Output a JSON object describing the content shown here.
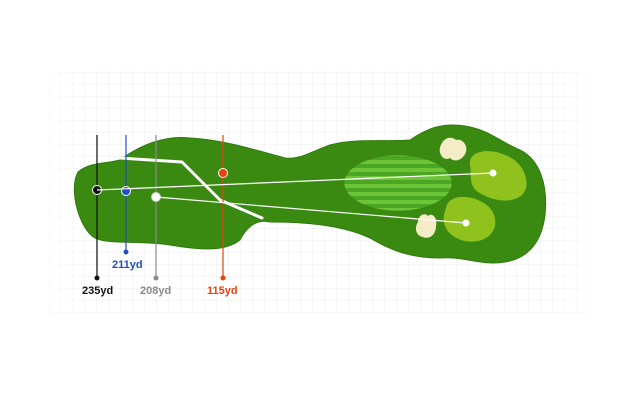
{
  "markers": [
    {
      "id": "black",
      "label": "235yd",
      "color": "#111111"
    },
    {
      "id": "blue",
      "label": "211yd",
      "color": "#1f4fc2"
    },
    {
      "id": "gray",
      "label": "208yd",
      "color": "#8a8a8a"
    },
    {
      "id": "red",
      "label": "115yd",
      "color": "#e8420f"
    }
  ],
  "colors": {
    "fairway": "#3a8a12",
    "fairway_edge": "#2f7a0c",
    "green": "#8fc21c",
    "bunker": "#f3ecc6",
    "stripe_light": "#6cc436",
    "stripe_dark": "#4aa623",
    "path": "#ffffff",
    "grid": "#eeeeee"
  }
}
